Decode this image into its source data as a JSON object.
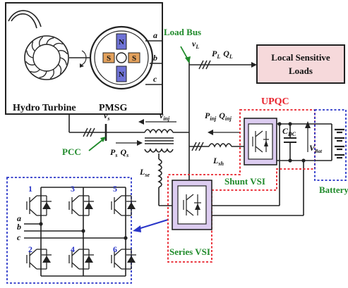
{
  "colors": {
    "accent_red": "#e8202a",
    "accent_blue": "#2a36c8",
    "accent_green": "#1f8a2a",
    "magnet_blue": "#6f73d6",
    "magnet_orange": "#e3a15c",
    "vsi_fill": "#dcccf0",
    "loads_fill": "#f6d9db"
  },
  "labels": {
    "hydro_turbine": "Hydro Turbine",
    "pmsg": "PMSG",
    "phase_a": "a",
    "phase_b": "b",
    "phase_c": "c",
    "load_bus": "Load Bus",
    "v_l": "v",
    "v_l_sub": "L",
    "p_l": "P",
    "p_l_sub": "L",
    "q_l": "Q",
    "q_l_sub": "L",
    "local_loads_line1": "Local Sensitive",
    "local_loads_line2": "Loads",
    "upqc": "UPQC",
    "v_s": "v",
    "v_s_sub": "s",
    "v_inj": "v",
    "v_inj_sub": "inj",
    "p_inj": "P",
    "p_inj_sub": "inj",
    "q_inj": "Q",
    "q_inj_sub": "inj",
    "pcc": "PCC",
    "p_s": "P",
    "p_s_sub": "s",
    "q_s": "Q",
    "q_s_sub": "s",
    "l_sh": "L",
    "l_sh_sub": "sh",
    "c_dc": "C",
    "c_dc_sub": "DC",
    "v_bat": "V",
    "v_bat_sub": "Bat",
    "l_se": "L",
    "l_se_sub": "se",
    "shunt_vsi": "Shunt VSI",
    "series_vsi": "Series VSI",
    "battery": "Battery",
    "magnet_n": "N",
    "magnet_s": "S",
    "inv_a": "a",
    "inv_b": "b",
    "inv_c": "c",
    "sw1": "1",
    "sw2": "2",
    "sw3": "3",
    "sw4": "4",
    "sw5": "5",
    "sw6": "6"
  }
}
